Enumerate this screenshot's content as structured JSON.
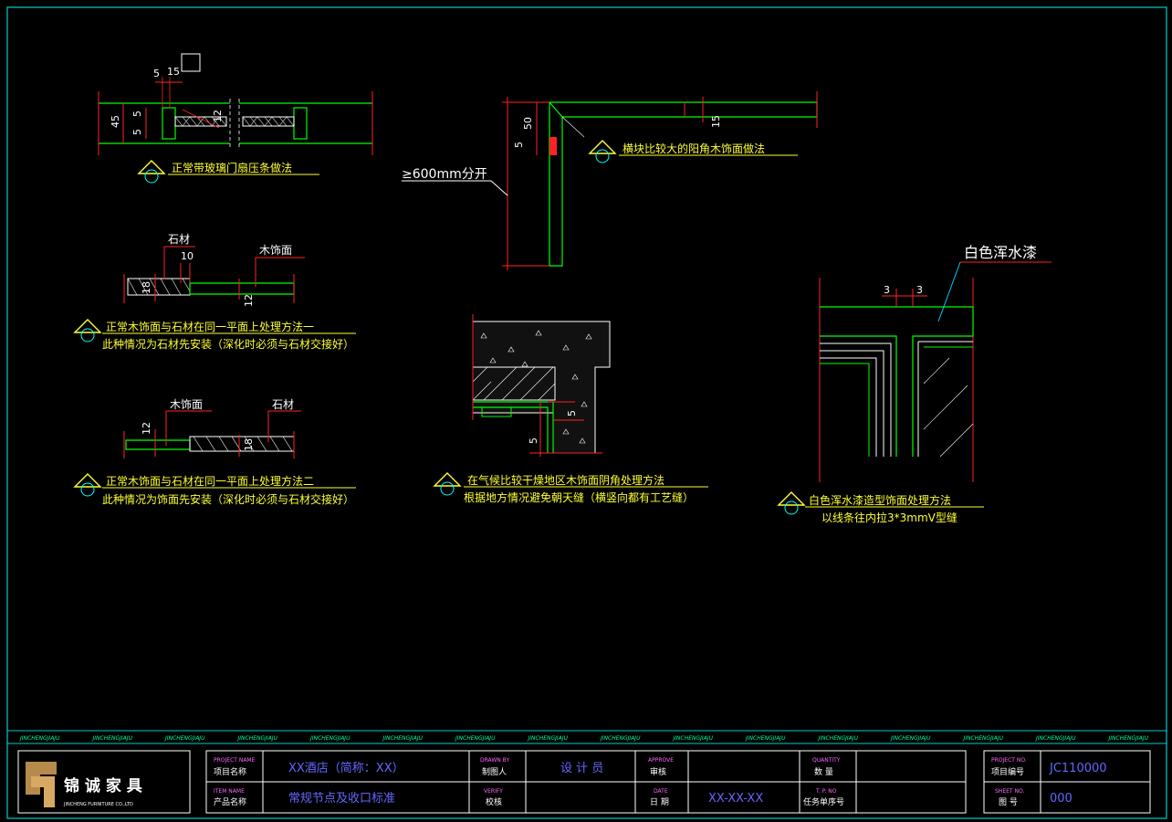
{
  "details": {
    "d1": {
      "caption": "正常带玻璃门扇压条做法",
      "dims": {
        "d5a": "5",
        "d15": "15",
        "d45": "45",
        "d5b": "5",
        "d5c": "5",
        "d12": "12"
      }
    },
    "d2": {
      "caption": "横块比较大的阳角木饰面做法",
      "note": "≥600mm分开",
      "dims": {
        "d50": "50",
        "d5": "5",
        "d15": "15"
      }
    },
    "d3": {
      "caption": "正常木饰面与石材在同一平面上处理方法一",
      "subcaption": "此种情况为石材先安装（深化时必须与石材交接好）",
      "label_stone": "石材",
      "label_wood": "木饰面",
      "dims": {
        "d10": "10",
        "d18": "18",
        "d12": "12"
      }
    },
    "d4": {
      "caption": "正常木饰面与石材在同一平面上处理方法二",
      "subcaption": "此种情况为饰面先安装（深化时必须与石材交接好）",
      "label_wood": "木饰面",
      "label_stone": "石材",
      "dims": {
        "d12": "12",
        "d18": "18"
      }
    },
    "d5": {
      "caption": "在气候比较干燥地区木饰面阴角处理方法",
      "subcaption": "根据地方情况避免朝天缝（横竖向都有工艺缝）",
      "dims": {
        "d5a": "5",
        "d5b": "5"
      }
    },
    "d6": {
      "caption": "白色浑水漆造型饰面处理方法",
      "subcaption": "以线条往内拉3*3mmV型缝",
      "label_paint": "白色浑水漆",
      "dims": {
        "d3a": "3",
        "d3b": "3"
      }
    }
  },
  "title_block": {
    "strip_text": "JINCHENGJIAJU",
    "company": {
      "name": "锦 诚 家 具",
      "name_en": "JINCHENG FURNITURE CO.,LTD"
    },
    "project_name_en": "PROJECT NAME",
    "project_name_zh": "项目名称",
    "project_name_value": "XX酒店（简称：XX）",
    "item_name_en": "ITEM NAME",
    "item_name_zh": "产品名称",
    "item_name_value": "常规节点及收口标准",
    "drawn_by_en": "DRAWN BY",
    "drawn_by_zh": "制图人",
    "verify_en": "VERIFY",
    "verify_zh": "校核",
    "designer_value": "设 计 员",
    "approve_en": "APPROVE",
    "approve_zh": "审核",
    "date_en": "DATE",
    "date_zh": "日 期",
    "date_value": "XX-XX-XX",
    "quantity_en": "QUANTITY",
    "quantity_zh": "数 量",
    "tno_en": "T. P. NO",
    "tno_zh": "任务单序号",
    "project_no_en": "PROJECT NO.",
    "project_no_zh": "项目编号",
    "project_no_value": "JC110000",
    "sheet_no_en": "SHEET NO.",
    "sheet_no_zh": "图 号",
    "sheet_no_value": "000"
  }
}
